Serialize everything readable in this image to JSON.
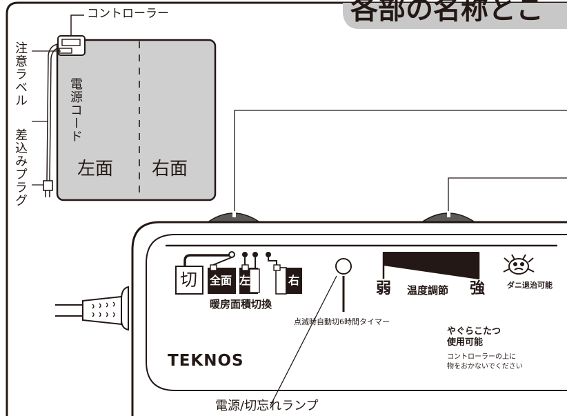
{
  "header": {
    "title_partial": "各部の名称とこ"
  },
  "carpet_diagram": {
    "controller_label": "コントローラー",
    "caution_label": "注意ラベル",
    "power_cord_label": "電源コード",
    "plug_label": "差込みプラグ",
    "left_side_label": "左面",
    "right_side_label": "右面"
  },
  "control_panel": {
    "mode_off_label": "切",
    "mode_full_label": "全面",
    "mode_left_label": "左",
    "mode_right_label": "右",
    "area_switch_label": "暖房面積切換",
    "lamp_note": "点滅時自動切6時間タイマー",
    "weak_label": "弱",
    "temp_label": "温度調節",
    "strong_label": "強",
    "mite_label": "ダニ退治可能",
    "kotatsu_label": "やぐらこたつ",
    "usable_label": "使用可能",
    "notice_line1": "コントローラーの上に",
    "notice_line2": "物をおかないでください",
    "brand": "TEKNOS",
    "lamp_callout": "電源/切忘れランプ"
  },
  "colors": {
    "ink": "#231815",
    "carpet": "#cfcfcf",
    "knob": "#5a5a5a",
    "title_bg": "#c8c8c8"
  }
}
